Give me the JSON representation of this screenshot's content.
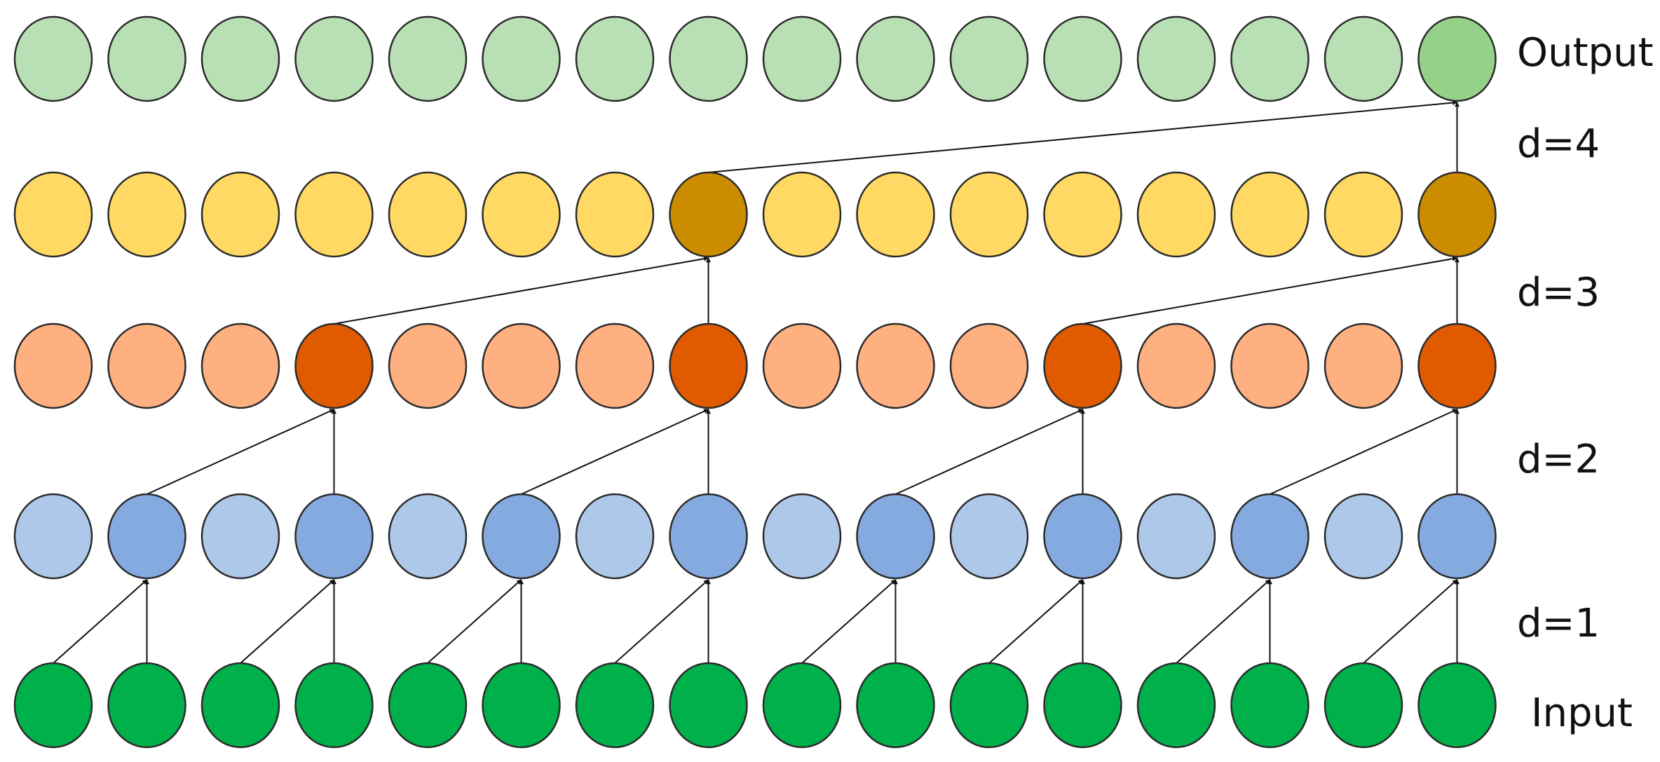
{
  "labels": {
    "output": "Output",
    "d4": "d=4",
    "d3": "d=3",
    "d2": "d=2",
    "d1": "d=1",
    "input": "Input"
  },
  "colors": {
    "stroke": "#2b2b2b",
    "output_normal": "#b9e0b4",
    "output_active": "#96d18a",
    "layer4_normal": "#ffd963",
    "layer4_active": "#cc8c00",
    "layer3_normal": "#ffb081",
    "layer3_active": "#e05a00",
    "layer2_normal": "#aec8ea",
    "layer2_active": "#84aadf",
    "input_normal": "#00b04a",
    "input_active": "#00b04a"
  },
  "layers": [
    {
      "id": "output",
      "dilation": null,
      "active": [
        15
      ]
    },
    {
      "id": "layer4",
      "dilation": 8,
      "active": [
        7,
        15
      ]
    },
    {
      "id": "layer3",
      "dilation": 4,
      "active": [
        3,
        7,
        11,
        15
      ]
    },
    {
      "id": "layer2",
      "dilation": 2,
      "active": [
        1,
        3,
        5,
        7,
        9,
        11,
        13,
        15
      ]
    },
    {
      "id": "input",
      "dilation": 1,
      "active": []
    }
  ],
  "node_count": 16,
  "connections": [
    {
      "from_layer": "layer4",
      "to_layer": "output",
      "from": [
        7,
        15
      ],
      "to": 15
    },
    {
      "from_layer": "layer3",
      "to_layer": "layer4",
      "from": [
        3,
        7
      ],
      "to": 7
    },
    {
      "from_layer": "layer3",
      "to_layer": "layer4",
      "from": [
        11,
        15
      ],
      "to": 15
    },
    {
      "from_layer": "layer2",
      "to_layer": "layer3",
      "from": [
        1,
        3
      ],
      "to": 3
    },
    {
      "from_layer": "layer2",
      "to_layer": "layer3",
      "from": [
        5,
        7
      ],
      "to": 7
    },
    {
      "from_layer": "layer2",
      "to_layer": "layer3",
      "from": [
        9,
        11
      ],
      "to": 11
    },
    {
      "from_layer": "layer2",
      "to_layer": "layer3",
      "from": [
        13,
        15
      ],
      "to": 15
    },
    {
      "from_layer": "input",
      "to_layer": "layer2",
      "from": [
        0,
        1
      ],
      "to": 1
    },
    {
      "from_layer": "input",
      "to_layer": "layer2",
      "from": [
        2,
        3
      ],
      "to": 3
    },
    {
      "from_layer": "input",
      "to_layer": "layer2",
      "from": [
        4,
        5
      ],
      "to": 5
    },
    {
      "from_layer": "input",
      "to_layer": "layer2",
      "from": [
        6,
        7
      ],
      "to": 7
    },
    {
      "from_layer": "input",
      "to_layer": "layer2",
      "from": [
        8,
        9
      ],
      "to": 9
    },
    {
      "from_layer": "input",
      "to_layer": "layer2",
      "from": [
        10,
        11
      ],
      "to": 11
    },
    {
      "from_layer": "input",
      "to_layer": "layer2",
      "from": [
        12,
        13
      ],
      "to": 13
    },
    {
      "from_layer": "input",
      "to_layer": "layer2",
      "from": [
        14,
        15
      ],
      "to": 15
    }
  ]
}
